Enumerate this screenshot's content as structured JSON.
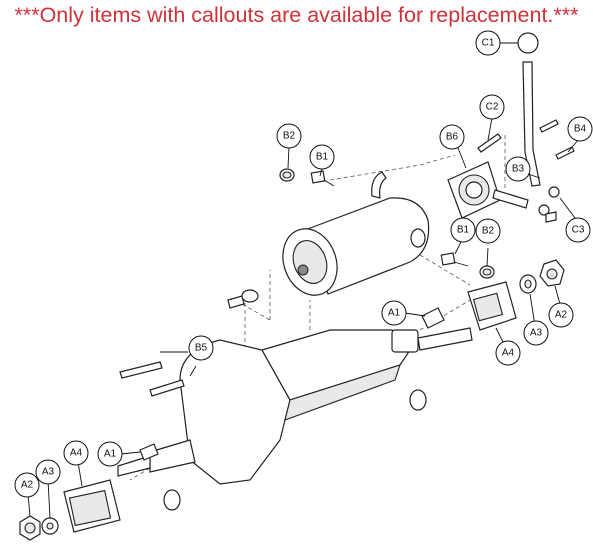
{
  "notice": "***Only items with callouts are available for replacement.***",
  "colors": {
    "notice": "#d0323a",
    "line": "#222222"
  },
  "callouts": [
    {
      "id": "C1",
      "label": "C1"
    },
    {
      "id": "C2",
      "label": "C2"
    },
    {
      "id": "B6",
      "label": "B6"
    },
    {
      "id": "B4",
      "label": "B4"
    },
    {
      "id": "B3",
      "label": "B3"
    },
    {
      "id": "C3",
      "label": "C3"
    },
    {
      "id": "B2-top",
      "label": "B2"
    },
    {
      "id": "B1-top",
      "label": "B1"
    },
    {
      "id": "B1-mid",
      "label": "B1"
    },
    {
      "id": "B2-mid",
      "label": "B2"
    },
    {
      "id": "A1-right",
      "label": "A1"
    },
    {
      "id": "A2-right",
      "label": "A2"
    },
    {
      "id": "A3-right",
      "label": "A3"
    },
    {
      "id": "A4-right",
      "label": "A4"
    },
    {
      "id": "B5",
      "label": "B5"
    },
    {
      "id": "A1-left",
      "label": "A1"
    },
    {
      "id": "A4-left",
      "label": "A4"
    },
    {
      "id": "A3-left",
      "label": "A3"
    },
    {
      "id": "A2-left",
      "label": "A2"
    }
  ]
}
